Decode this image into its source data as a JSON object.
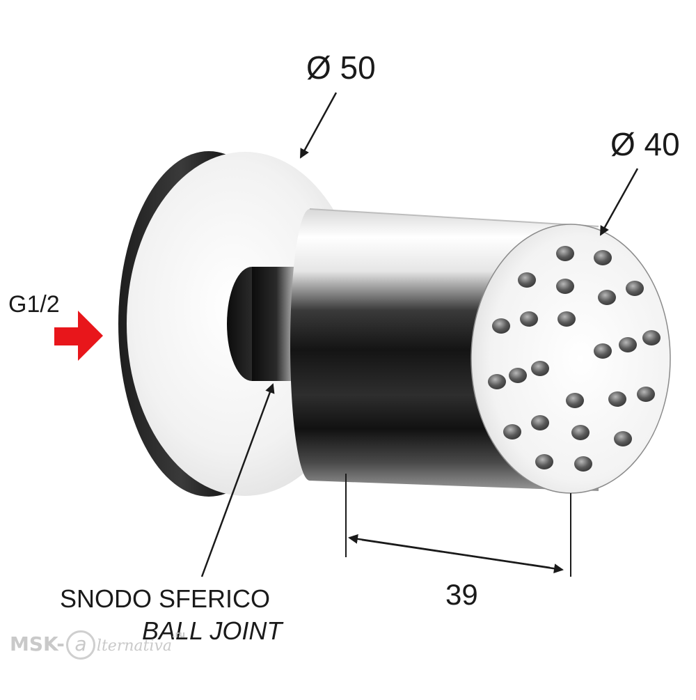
{
  "dimensions": {
    "outer_diameter": "Ø 50",
    "head_diameter": "Ø 40",
    "head_length": "39"
  },
  "inlet": {
    "label": "G1/2",
    "arrow_color": "#e8161b"
  },
  "joint": {
    "label_it": "SNODO SFERICO",
    "label_en": "BALL JOINT"
  },
  "watermark": {
    "prefix": "MSK-",
    "ring_letter": "a",
    "rest": "lternativa",
    "suffix": ".ru"
  },
  "colors": {
    "chrome_light": "#f4f4f4",
    "chrome_dark": "#1c1c1c",
    "line": "#1a1a1a"
  }
}
